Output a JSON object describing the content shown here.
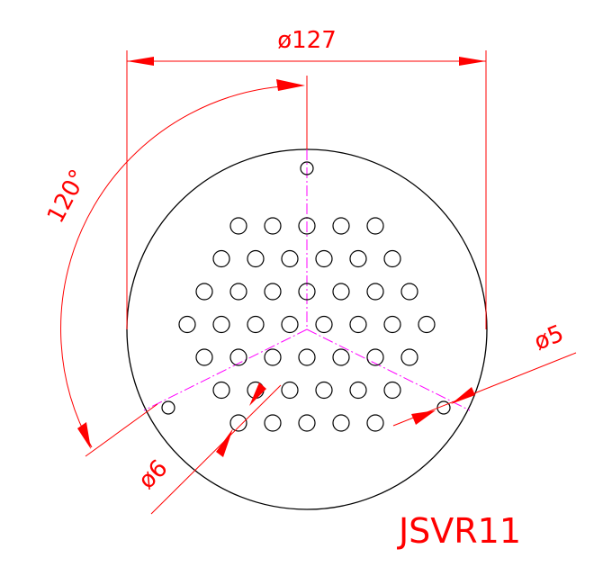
{
  "drawing": {
    "outer_diameter_label": "ø127",
    "angle_label": "120°",
    "hole_small_label": "ø5",
    "hole_large_label": "ø6",
    "part_code": "JSVR11"
  },
  "colors": {
    "dimension": "#ff0000",
    "centerline": "#ff00ff",
    "outline": "#000000",
    "background": "#ffffff"
  },
  "hole_grid": {
    "rows": [
      {
        "count": 5,
        "offset": 0
      },
      {
        "count": 6,
        "offset": 0.5
      },
      {
        "count": 7,
        "offset": 0
      },
      {
        "count": 8,
        "offset": 0.5
      },
      {
        "count": 7,
        "offset": 0
      },
      {
        "count": 6,
        "offset": 0.5
      },
      {
        "count": 5,
        "offset": 0
      }
    ],
    "mounting_holes": 3
  }
}
